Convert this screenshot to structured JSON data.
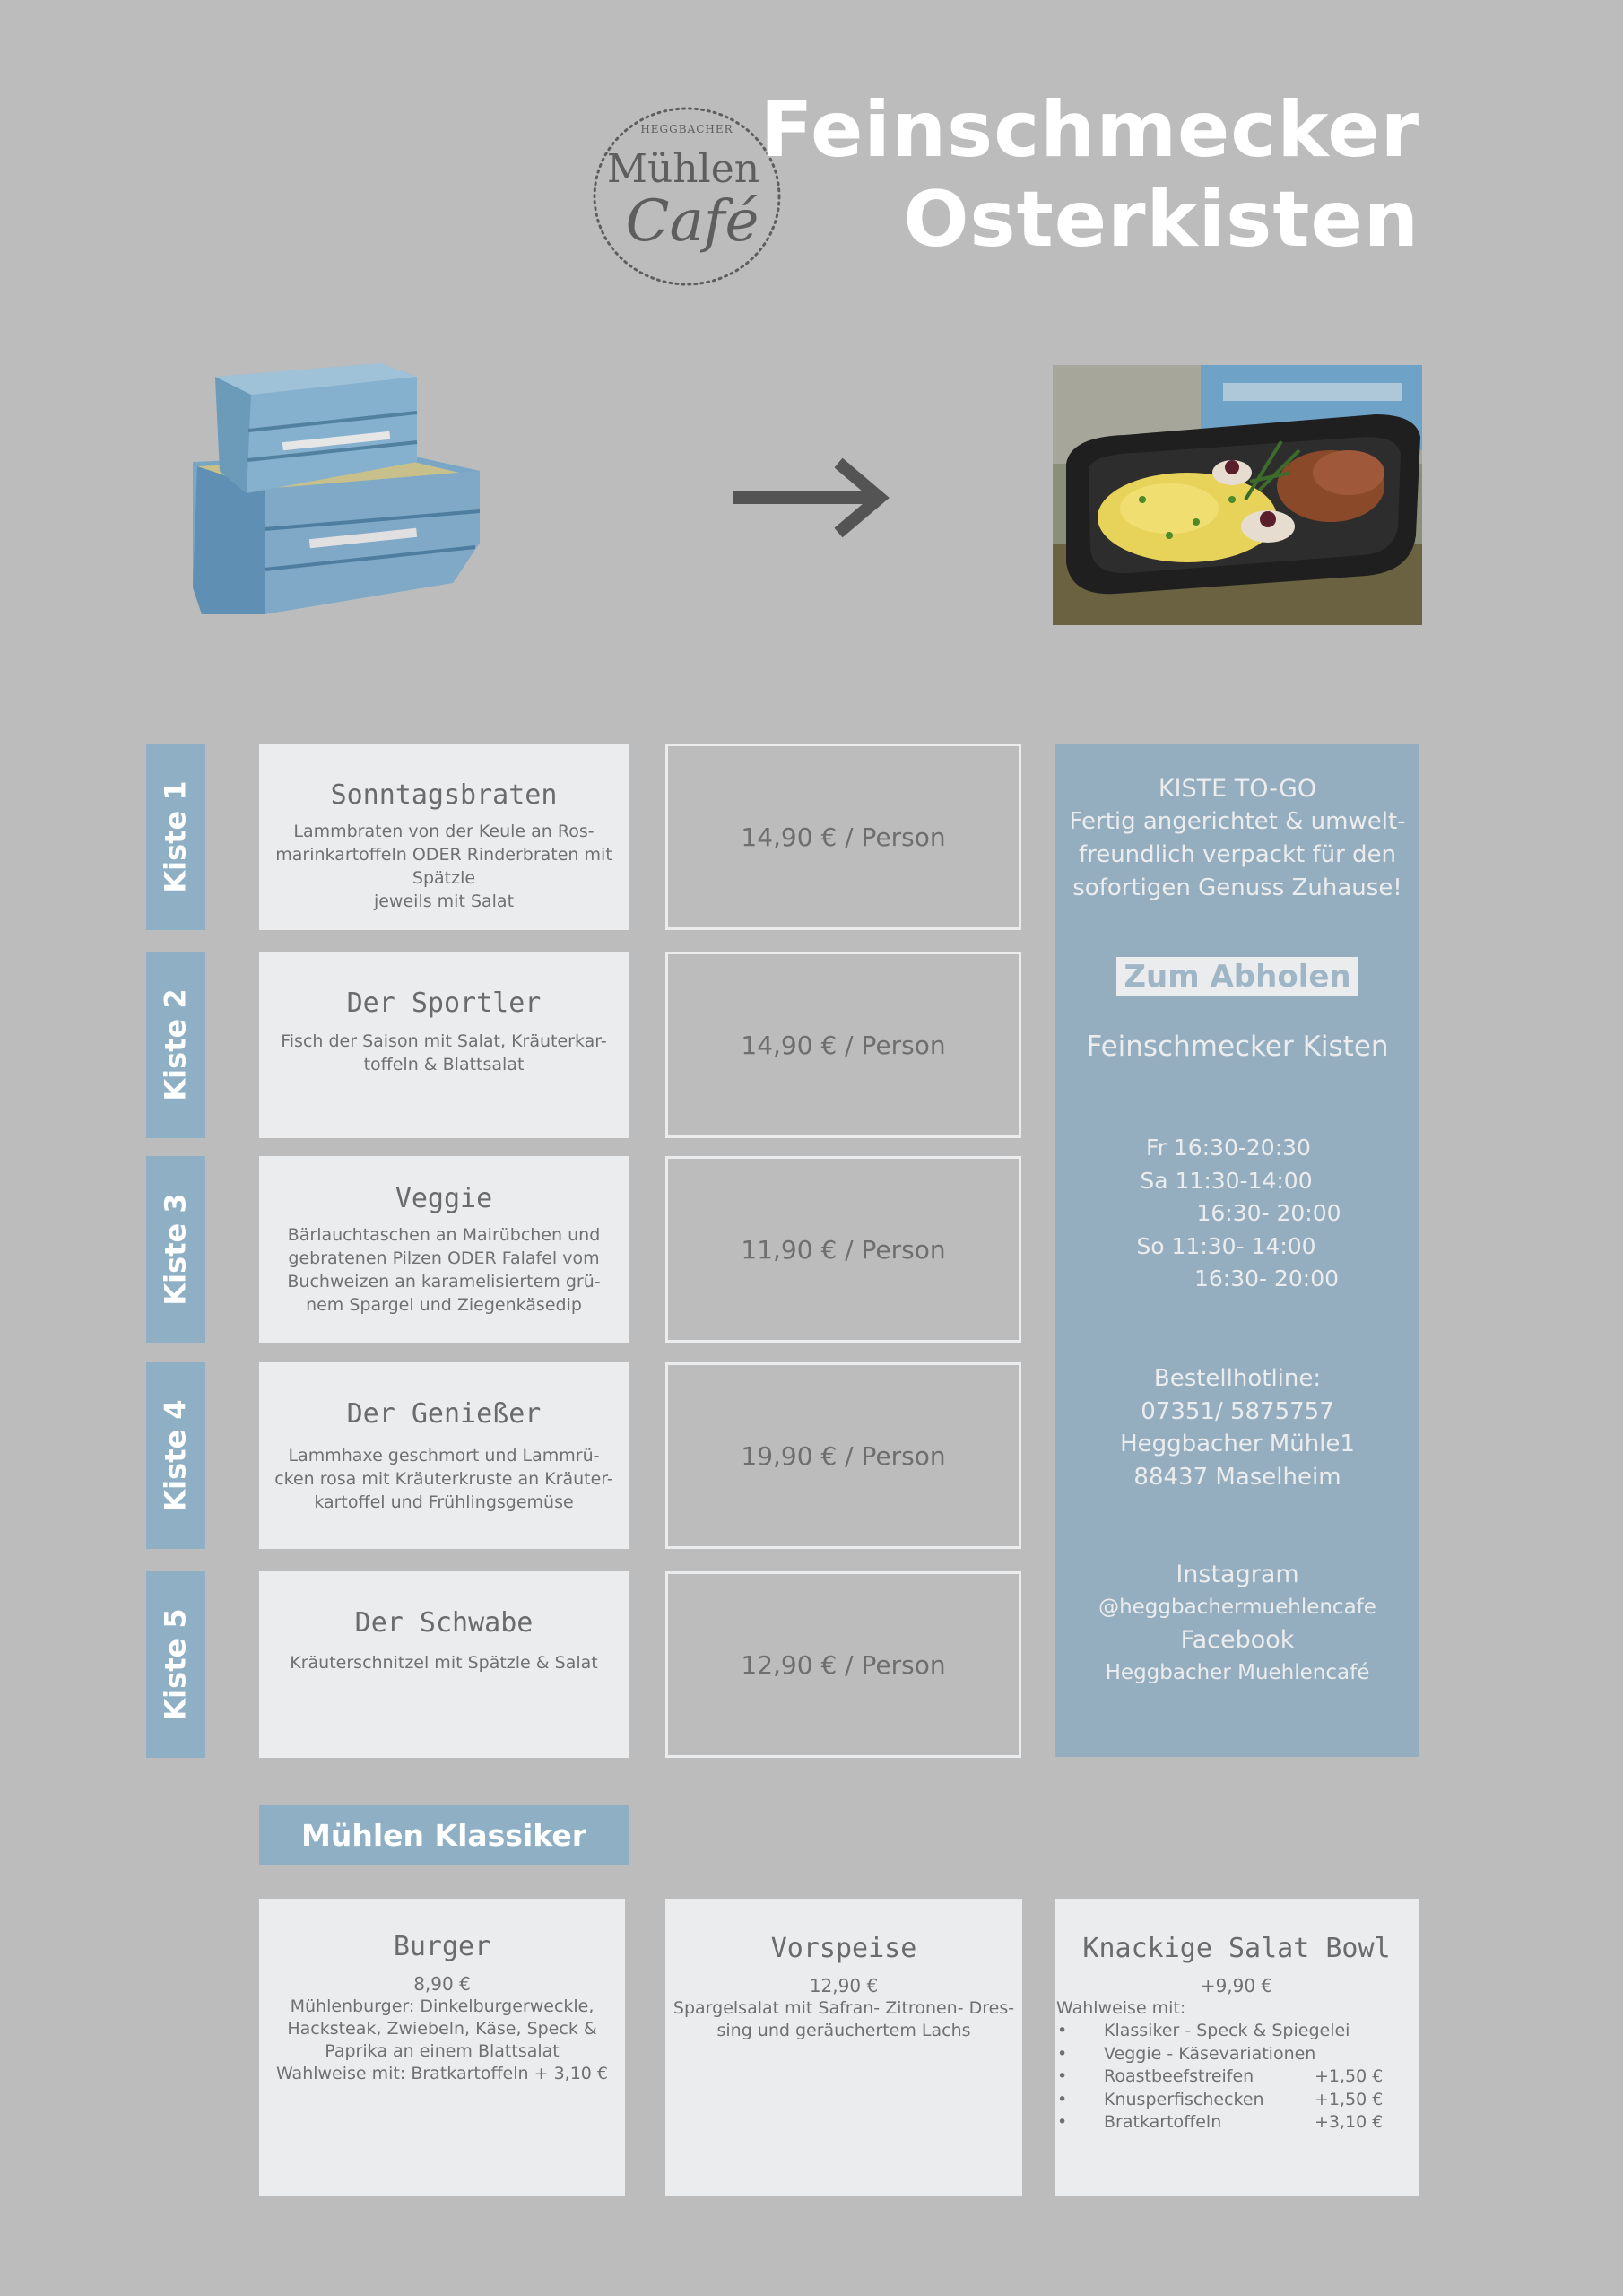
{
  "header": {
    "logo": {
      "top_text": "HEGGBACHER",
      "line1": "Mühlen",
      "line2": "Café"
    },
    "title_line1": "Feinschmecker",
    "title_line2": "Osterkisten"
  },
  "kisten": [
    {
      "label": "Kiste 1",
      "name": "Sonntagsbraten",
      "lines": [
        "Lammbraten von der Keule an Ros-",
        "marinkartoffeln ODER Rinderbraten mit",
        "Spätzle",
        "jeweils mit Salat"
      ],
      "price": "14,90 € / Person"
    },
    {
      "label": "Kiste 2",
      "name": "Der Sportler",
      "lines": [
        "Fisch der Saison mit Salat, Kräuterkar-",
        "toffeln & Blattsalat"
      ],
      "price": "14,90 € / Person"
    },
    {
      "label": "Kiste 3",
      "name": "Veggie",
      "lines": [
        "Bärlauchtaschen an Mairübchen und",
        "gebratenen Pilzen ODER Falafel vom",
        "Buchweizen an karamelisiertem grü-",
        "nem Spargel und Ziegenkäsedip"
      ],
      "price": "11,90 € / Person"
    },
    {
      "label": "Kiste 4",
      "name": "Der Genießer",
      "lines": [
        "Lammhaxe geschmort und Lammrü-",
        "cken rosa mit Kräuterkruste an Kräuter-",
        "kartoffel und Frühlingsgemüse"
      ],
      "price": "19,90 € / Person"
    },
    {
      "label": "Kiste 5",
      "name": "Der Schwabe",
      "lines": [
        "Kräuterschnitzel mit Spätzle & Salat"
      ],
      "price": "12,90 €  / Person"
    }
  ],
  "panel": {
    "togo_title": "KISTE TO-GO",
    "togo_lines": [
      "Fertig angerichtet & umwelt-",
      "freundlich verpackt für den",
      "sofortigen Genuss Zuhause!"
    ],
    "pickup": "Zum Abholen",
    "kisten_title": "Feinschmecker Kisten",
    "hours": [
      "Fr  16:30-20:30",
      "Sa 11:30-14:00",
      "16:30- 20:00",
      "So 11:30- 14:00",
      "16:30- 20:00"
    ],
    "hotline_label": "Bestellhotline:",
    "phone": "07351/ 5875757",
    "street": "Heggbacher Mühle1",
    "city": "88437 Maselheim",
    "instagram_label": "Instagram",
    "instagram_handle": "@heggbachermuehlencafe",
    "facebook_label": "Facebook",
    "facebook_name": "Heggbacher Muehlencafé"
  },
  "klassiker": {
    "heading": "Mühlen Klassiker",
    "burger": {
      "name": "Burger",
      "price": "8,90 €",
      "lines": [
        "Mühlenburger: Dinkelburgerweckle,",
        "Hacksteak, Zwiebeln, Käse, Speck &",
        "Paprika an einem Blattsalat",
        "Wahlweise mit: Bratkartoffeln  + 3,10 €"
      ]
    },
    "vorspeise": {
      "name": "Vorspeise",
      "price": "12,90 €",
      "lines": [
        "Spargelsalat mit Safran- Zitronen- Dres-",
        "sing und geräuchertem Lachs"
      ]
    },
    "salat": {
      "name": "Knackige Salat Bowl",
      "price": "+9,90 €",
      "intro": "Wahlweise mit:",
      "options": [
        {
          "label": "Klassiker - Speck & Spiegelei",
          "extra": ""
        },
        {
          "label": "Veggie - Käsevariationen",
          "extra": ""
        },
        {
          "label": "Roastbeefstreifen",
          "extra": "+1,50 €"
        },
        {
          "label": "Knusperfischecken",
          "extra": "+1,50 €"
        },
        {
          "label": "Bratkartoffeln",
          "extra": "+3,10 €"
        }
      ]
    }
  },
  "colors": {
    "background": "#bcbcbc",
    "accent_blue": "#8eafc4",
    "panel_blue": "#95aebf",
    "box_light": "#ebecee"
  }
}
